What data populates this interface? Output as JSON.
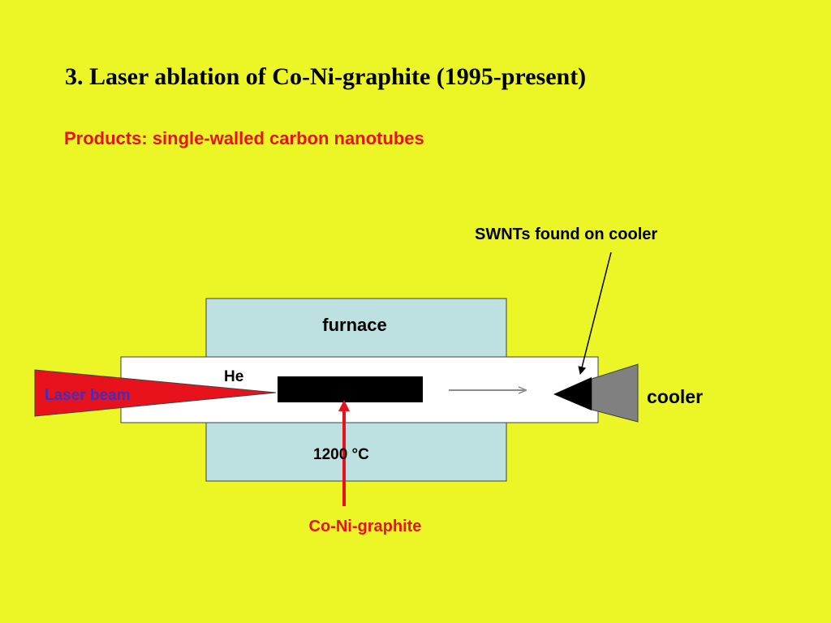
{
  "slide": {
    "title": "3. Laser ablation of Co-Ni-graphite (1995-present)",
    "subtitle": "Products: single-walled carbon nanotubes"
  },
  "diagram": {
    "labels": {
      "swnts": "SWNTs found on cooler",
      "furnace": "furnace",
      "he": "He",
      "laser_beam": "Laser beam",
      "cooler": "cooler",
      "temperature": "1200 °C",
      "target": "Co-Ni-graphite"
    }
  },
  "colors": {
    "background": "#ecf626",
    "furnace": "#bde0e0",
    "laser": "#e8121c",
    "laser_label": "#3b2fc8",
    "target": "#000000",
    "cooler": "#808080",
    "subtitle": "#e8121c",
    "flow_arrow": "#8c8c8c"
  }
}
